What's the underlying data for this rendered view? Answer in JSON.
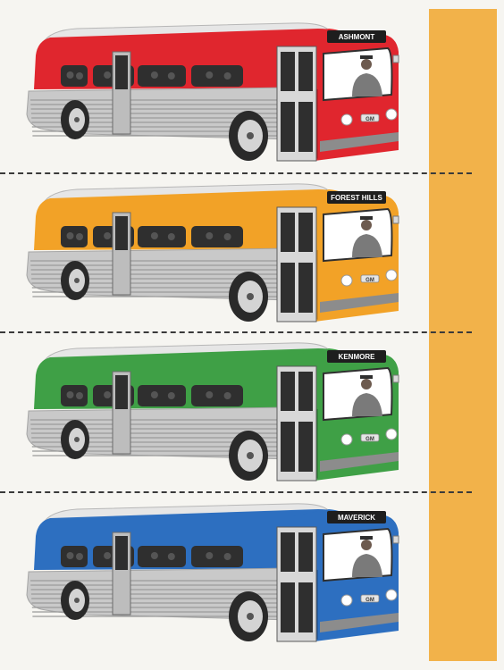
{
  "colors": {
    "background": "#f6f5f1",
    "accent_strip": "#f2b24a",
    "body_silver": "#c9c9c9",
    "window_dark": "#2f2f2f"
  },
  "buses": [
    {
      "destination": "ASHMONT",
      "badge": "GM",
      "color": "#e0262e",
      "shade": "#b81c23"
    },
    {
      "destination": "FOREST HILLS",
      "badge": "GM",
      "color": "#f2a227",
      "shade": "#d48a1c"
    },
    {
      "destination": "KENMORE",
      "badge": "GM",
      "color": "#3fa046",
      "shade": "#2f8236"
    },
    {
      "destination": "MAVERICK",
      "badge": "GM",
      "color": "#2d6fc0",
      "shade": "#22589c"
    }
  ]
}
